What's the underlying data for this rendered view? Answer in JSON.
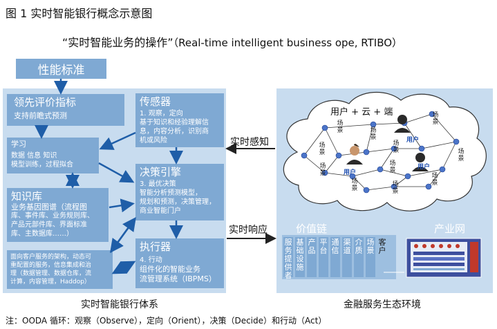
{
  "figure_title": "图 1   实时智能银行概念示意图",
  "main_title_cn": "“实时智能业务的操作”",
  "main_title_en": "（Real-time intelligent business ope, RTIBO）",
  "performance_label": "性能标准",
  "kpi": {
    "title": "领先评价指标",
    "text": "支持前瞻式预测"
  },
  "learn": {
    "title": "学习",
    "line1": "数据   信息   知识",
    "line2": "模型训练，过程拟合"
  },
  "knowledge": {
    "title": "知识库",
    "line1": "业务基因图谱（流程图",
    "line2": "库、事件库、业务规则库、",
    "line3": "产品元部件库、界面标准",
    "line4": "库、主数据库……）"
  },
  "architecture": {
    "line1": "面向客户服务的架构，动态可",
    "line2": "重配置的服务，信息集成和治",
    "line3": "理（数据管理、数据仓库，流",
    "line4": "计算，内容管理，Haddop）"
  },
  "sensor": {
    "title": "传感器",
    "line1": "1. 观察，定向",
    "line2": "基于知识和经验理解信",
    "line3": "息，内容分析，识别商",
    "line4": "机或风险"
  },
  "decision": {
    "title": "决策引擎",
    "line1": "3. 最优决策",
    "line2": "智能分析预测模型，",
    "line3": "规划和预测，决策管理，",
    "line4": "商业智能门户"
  },
  "executor": {
    "title": "执行器",
    "line1": "4. 行动",
    "line2": "组件化的智能业务",
    "line3": "流管理系统（IBPMS）"
  },
  "realtime_sense": "实时感知",
  "realtime_respond": "实时响应",
  "cloud": {
    "title": "用户 + 云 + 端",
    "scene_label": "场景",
    "user_label": "用户"
  },
  "value_chain": {
    "title": "价值链",
    "columns": [
      "服务提供者",
      "基础设施",
      "产品",
      "平台",
      "通信",
      "渠道",
      "介质",
      "场景",
      "客户"
    ]
  },
  "industry_net": "产业网",
  "bank_system_caption": "实时智能银行体系",
  "eco_caption": "金融服务生态环境",
  "footnote": "注：OODA 循环：观察（Observe），定向（Orient），决策（Decide）和行动（Act）",
  "colors": {
    "panel": "#c8dcef",
    "box": "#7fa9d3",
    "arrow": "#1f5ea8"
  }
}
